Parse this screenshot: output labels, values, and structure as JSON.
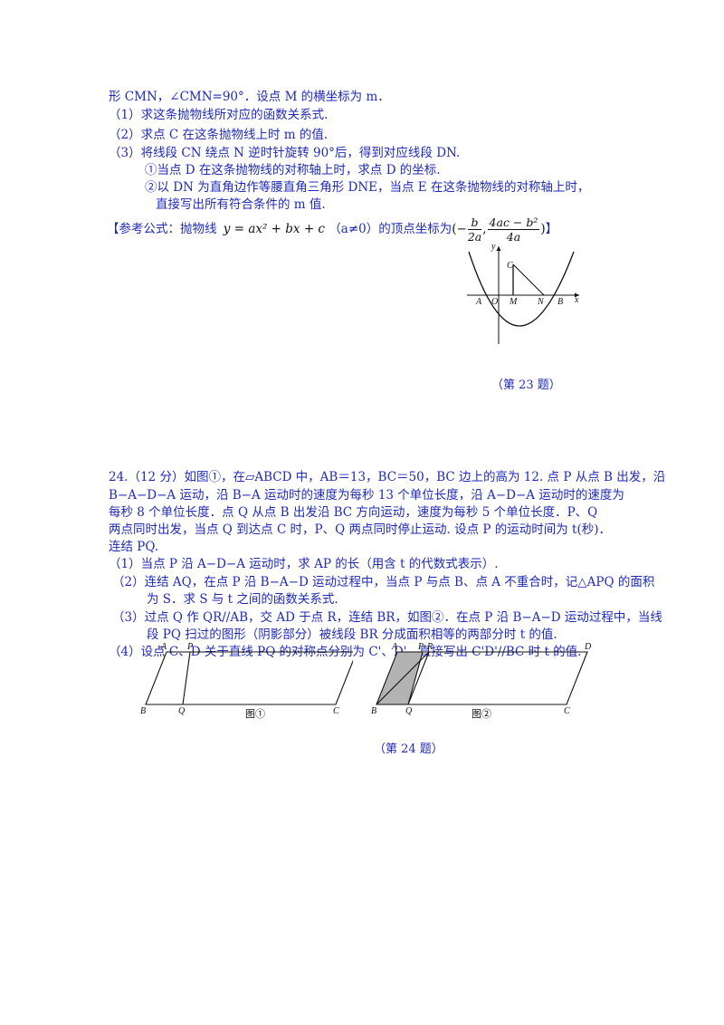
{
  "q23": {
    "intro": "形 CMN，∠CMN=90°．设点 M 的横坐标为 m．",
    "p1": "（1）求这条抛物线所对应的函数关系式.",
    "p2": "（2）求点 C 在这条抛物线上时 m 的值.",
    "p3": "（3）将线段 CN 绕点 N 逆时针旋转 90°后，得到对应线段 DN.",
    "p3a": "①当点 D 在这条抛物线的对称轴上时，求点 D 的坐标.",
    "p3b1": "②以 DN 为直角边作等腰直角三角形 DNE，当点 E 在这条抛物线的对称轴上时，",
    "p3b2": "直接写出所有符合条件的 m 值.",
    "formula_prefix": "【参考公式：抛物线",
    "formula_eq": "y = ax² + bx + c",
    "formula_cond": "（a≠0）的顶点坐标为",
    "formula_open": "(−",
    "formula_b": "b",
    "formula_2a": "2a",
    "formula_comma": ",",
    "formula_num": "4ac − b²",
    "formula_den": "4a",
    "formula_close": ")",
    "formula_end": "】",
    "fig": {
      "y": "y",
      "x": "x",
      "O": "O",
      "A": "A",
      "B": "B",
      "C": "C",
      "M": "M",
      "N": "N"
    },
    "caption": "（第 23 题）"
  },
  "q24": {
    "l1": "24.（12 分）如图①，在▱ABCD 中，AB＝13，BC＝50，BC 边上的高为 12. 点 P 从点 B 出发，沿",
    "l2": "B−A−D−A 运动，沿 B−A 运动时的速度为每秒 13 个单位长度，沿 A−D−A 运动时的速度为",
    "l3": "每秒 8 个单位长度．点 Q 从点 B 出发沿 BC 方向运动，速度为每秒 5 个单位长度．P、Q",
    "l4": "两点同时出发，当点 Q 到达点 C 时，P、Q 两点同时停止运动. 设点 P 的运动时间为 t(秒)．",
    "l5": "连结 PQ.",
    "p1": "（1）当点 P 沿 A−D−A 运动时，求 AP 的长（用含 t 的代数式表示）.",
    "p2a": "（2）连结 AQ，在点 P 沿 B−A−D 运动过程中，当点 P 与点 B、点 A 不重合时，记△APQ 的面积",
    "p2b": "为 S．求 S 与 t 之间的函数关系式.",
    "p3a": "（3）过点 Q 作 QR//AB，交 AD 于点 R，连结 BR，如图②．在点 P 沿 B−A−D 运动过程中，当线",
    "p3b": "段 PQ 扫过的图形（阴影部分）被线段 BR 分成面积相等的两部分时 t 的值.",
    "p4": "（4）设点 C、D 关于直线 PQ 的对称点分别为 C'、D'，直接写出 C'D'//BC 时 t 的值.",
    "fig1": {
      "A": "A",
      "P": "P",
      "D": "D",
      "B": "B",
      "Q": "Q",
      "C": "C",
      "label": "图①"
    },
    "fig2": {
      "A": "A",
      "P": "P",
      "R": "R",
      "D": "D",
      "B": "B",
      "Q": "Q",
      "C": "C",
      "label": "图②"
    },
    "caption": "（第 24 题）"
  }
}
